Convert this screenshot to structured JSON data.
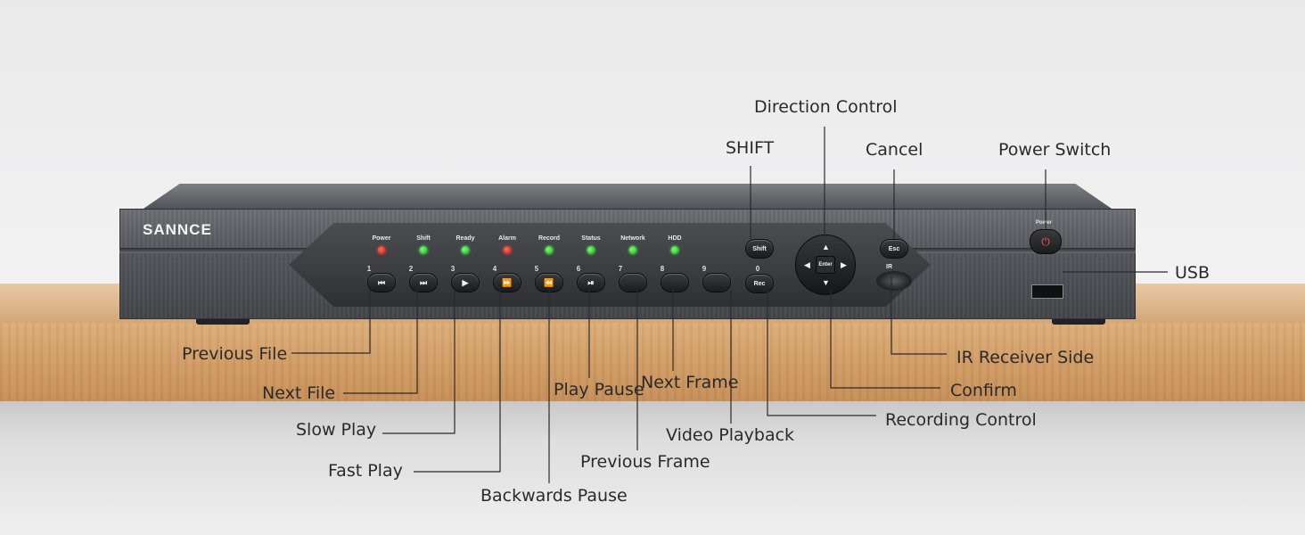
{
  "device": {
    "brand": "SANNCE",
    "led_labels": [
      "Power",
      "Shift",
      "Ready",
      "Alarm",
      "Record",
      "Status",
      "Network",
      "HDD"
    ],
    "led_colors": [
      "red",
      "green",
      "green",
      "red",
      "green",
      "green",
      "green",
      "green"
    ],
    "number_labels": [
      "1",
      "2",
      "3",
      "4",
      "5",
      "6",
      "7",
      "8",
      "9",
      "0"
    ],
    "button_shift": "Shift",
    "button_rec": "Rec",
    "button_enter": "Enter",
    "button_esc": "Esc",
    "ir_label": "IR",
    "power_label": "Power"
  },
  "callouts": {
    "direction_control": "Direction Control",
    "shift": "SHIFT",
    "cancel": "Cancel",
    "power_switch": "Power Switch",
    "usb": "USB",
    "previous_file": "Previous File",
    "next_file": "Next File",
    "slow_play": "Slow Play",
    "fast_play": "Fast Play",
    "backwards_pause": "Backwards Pause",
    "play_pause": "Play Pause",
    "next_frame": "Next Frame",
    "previous_frame": "Previous Frame",
    "video_playback": "Video Playback",
    "ir_receiver_side": "IR Receiver Side",
    "confirm": "Confirm",
    "recording_control": "Recording Control"
  }
}
